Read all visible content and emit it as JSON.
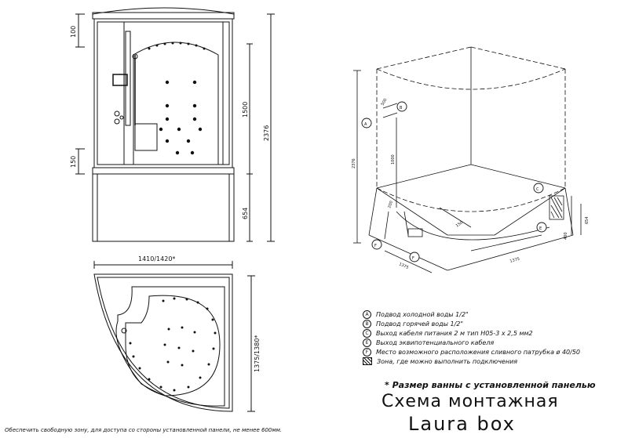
{
  "front_view": {
    "dims_left": [
      "100",
      "150"
    ],
    "dims_right": [
      "1500",
      "2376",
      "654"
    ]
  },
  "top_view": {
    "width_label": "1410/1420*",
    "depth_label": "1375/1380*"
  },
  "install_view": {
    "labels": {
      "A": "A",
      "B": "B",
      "C": "C",
      "E": "E",
      "F1": "F",
      "F2": "F"
    },
    "dims": {
      "height": "2376",
      "pipe_a": "500",
      "pipe_b": "1000",
      "floor_1": "1375",
      "floor_2": "1375",
      "box_w": "150",
      "box_h": "200",
      "power": "654",
      "side": "400"
    }
  },
  "legend": {
    "items": [
      {
        "key": "A",
        "text": "Подвод холодной воды 1/2\""
      },
      {
        "key": "B",
        "text": "Подвод горячей воды 1/2\""
      },
      {
        "key": "C",
        "text": "Выход кабеля питания  2 м тип H05-3 x 2,5 мм2"
      },
      {
        "key": "E",
        "text": "Выход эквипотенциального кабеля"
      },
      {
        "key": "F",
        "text": "Место возможного расположения сливного патрубка  ø 40/50"
      }
    ],
    "hatch_text": "Зона, где можно выполнить  подключения"
  },
  "note_size": "* Размер ванны с установленной панелью",
  "title_line1": "Схема монтажная",
  "title_line2": "Laura box",
  "footnote": "Обеспечить свободную зону, для доступа со стороны установленной панели, не менее 600мм."
}
